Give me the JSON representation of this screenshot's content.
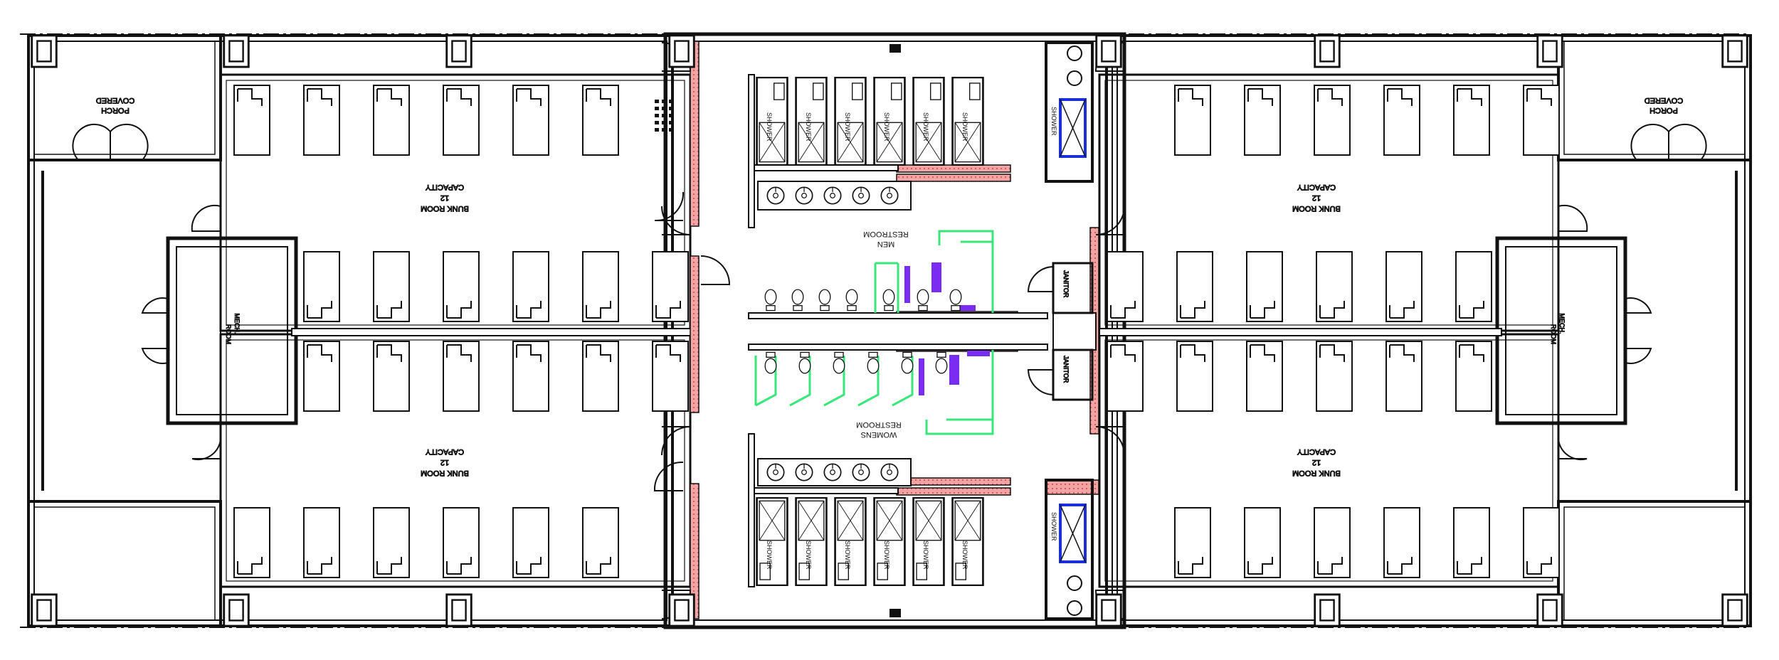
{
  "labels": {
    "covered_porch": [
      "COVERED",
      "PORCH"
    ],
    "bunk_room": [
      "BUNK ROOM",
      "12",
      "CAPACITY"
    ],
    "mech_room": [
      "MECH.",
      "ROOM"
    ],
    "mens_restroom": [
      "MEN",
      "RESTROOM"
    ],
    "womens_restroom": [
      "WOMENS",
      "RESTROOM"
    ],
    "shower": "SHOWER",
    "janitor": "JANITOR"
  },
  "colors": {
    "wall": "#111111",
    "masonry": "#e58a8a",
    "toilet_partition": "#39e67a",
    "accessible_fixture": "#7a2cf0",
    "accessible_shower": "#1a2fd8"
  }
}
